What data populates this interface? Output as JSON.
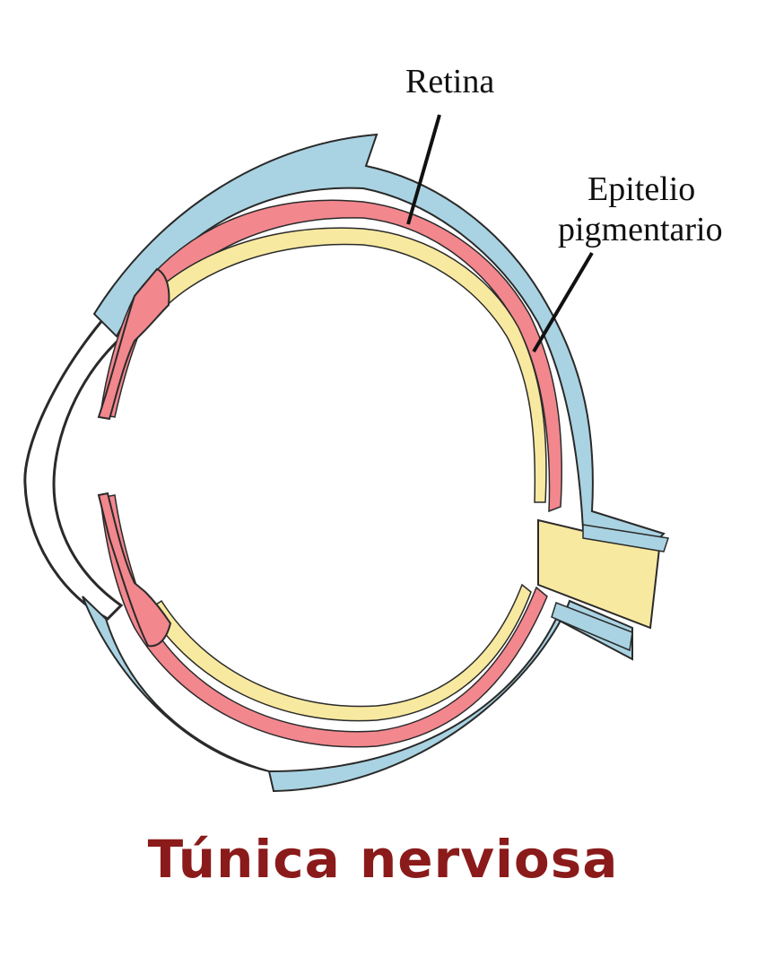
{
  "diagram": {
    "labels": {
      "retina": "Retina",
      "epitelio_line1": "Epitelio",
      "epitelio_line2": "pigmentario"
    },
    "caption": "Túnica nerviosa",
    "colors": {
      "sclera": "#a9d3e2",
      "choroid": "#f2878e",
      "retina": "#f8e9a0",
      "outline": "#2a2a2a",
      "caption": "#8b1a1a"
    }
  }
}
